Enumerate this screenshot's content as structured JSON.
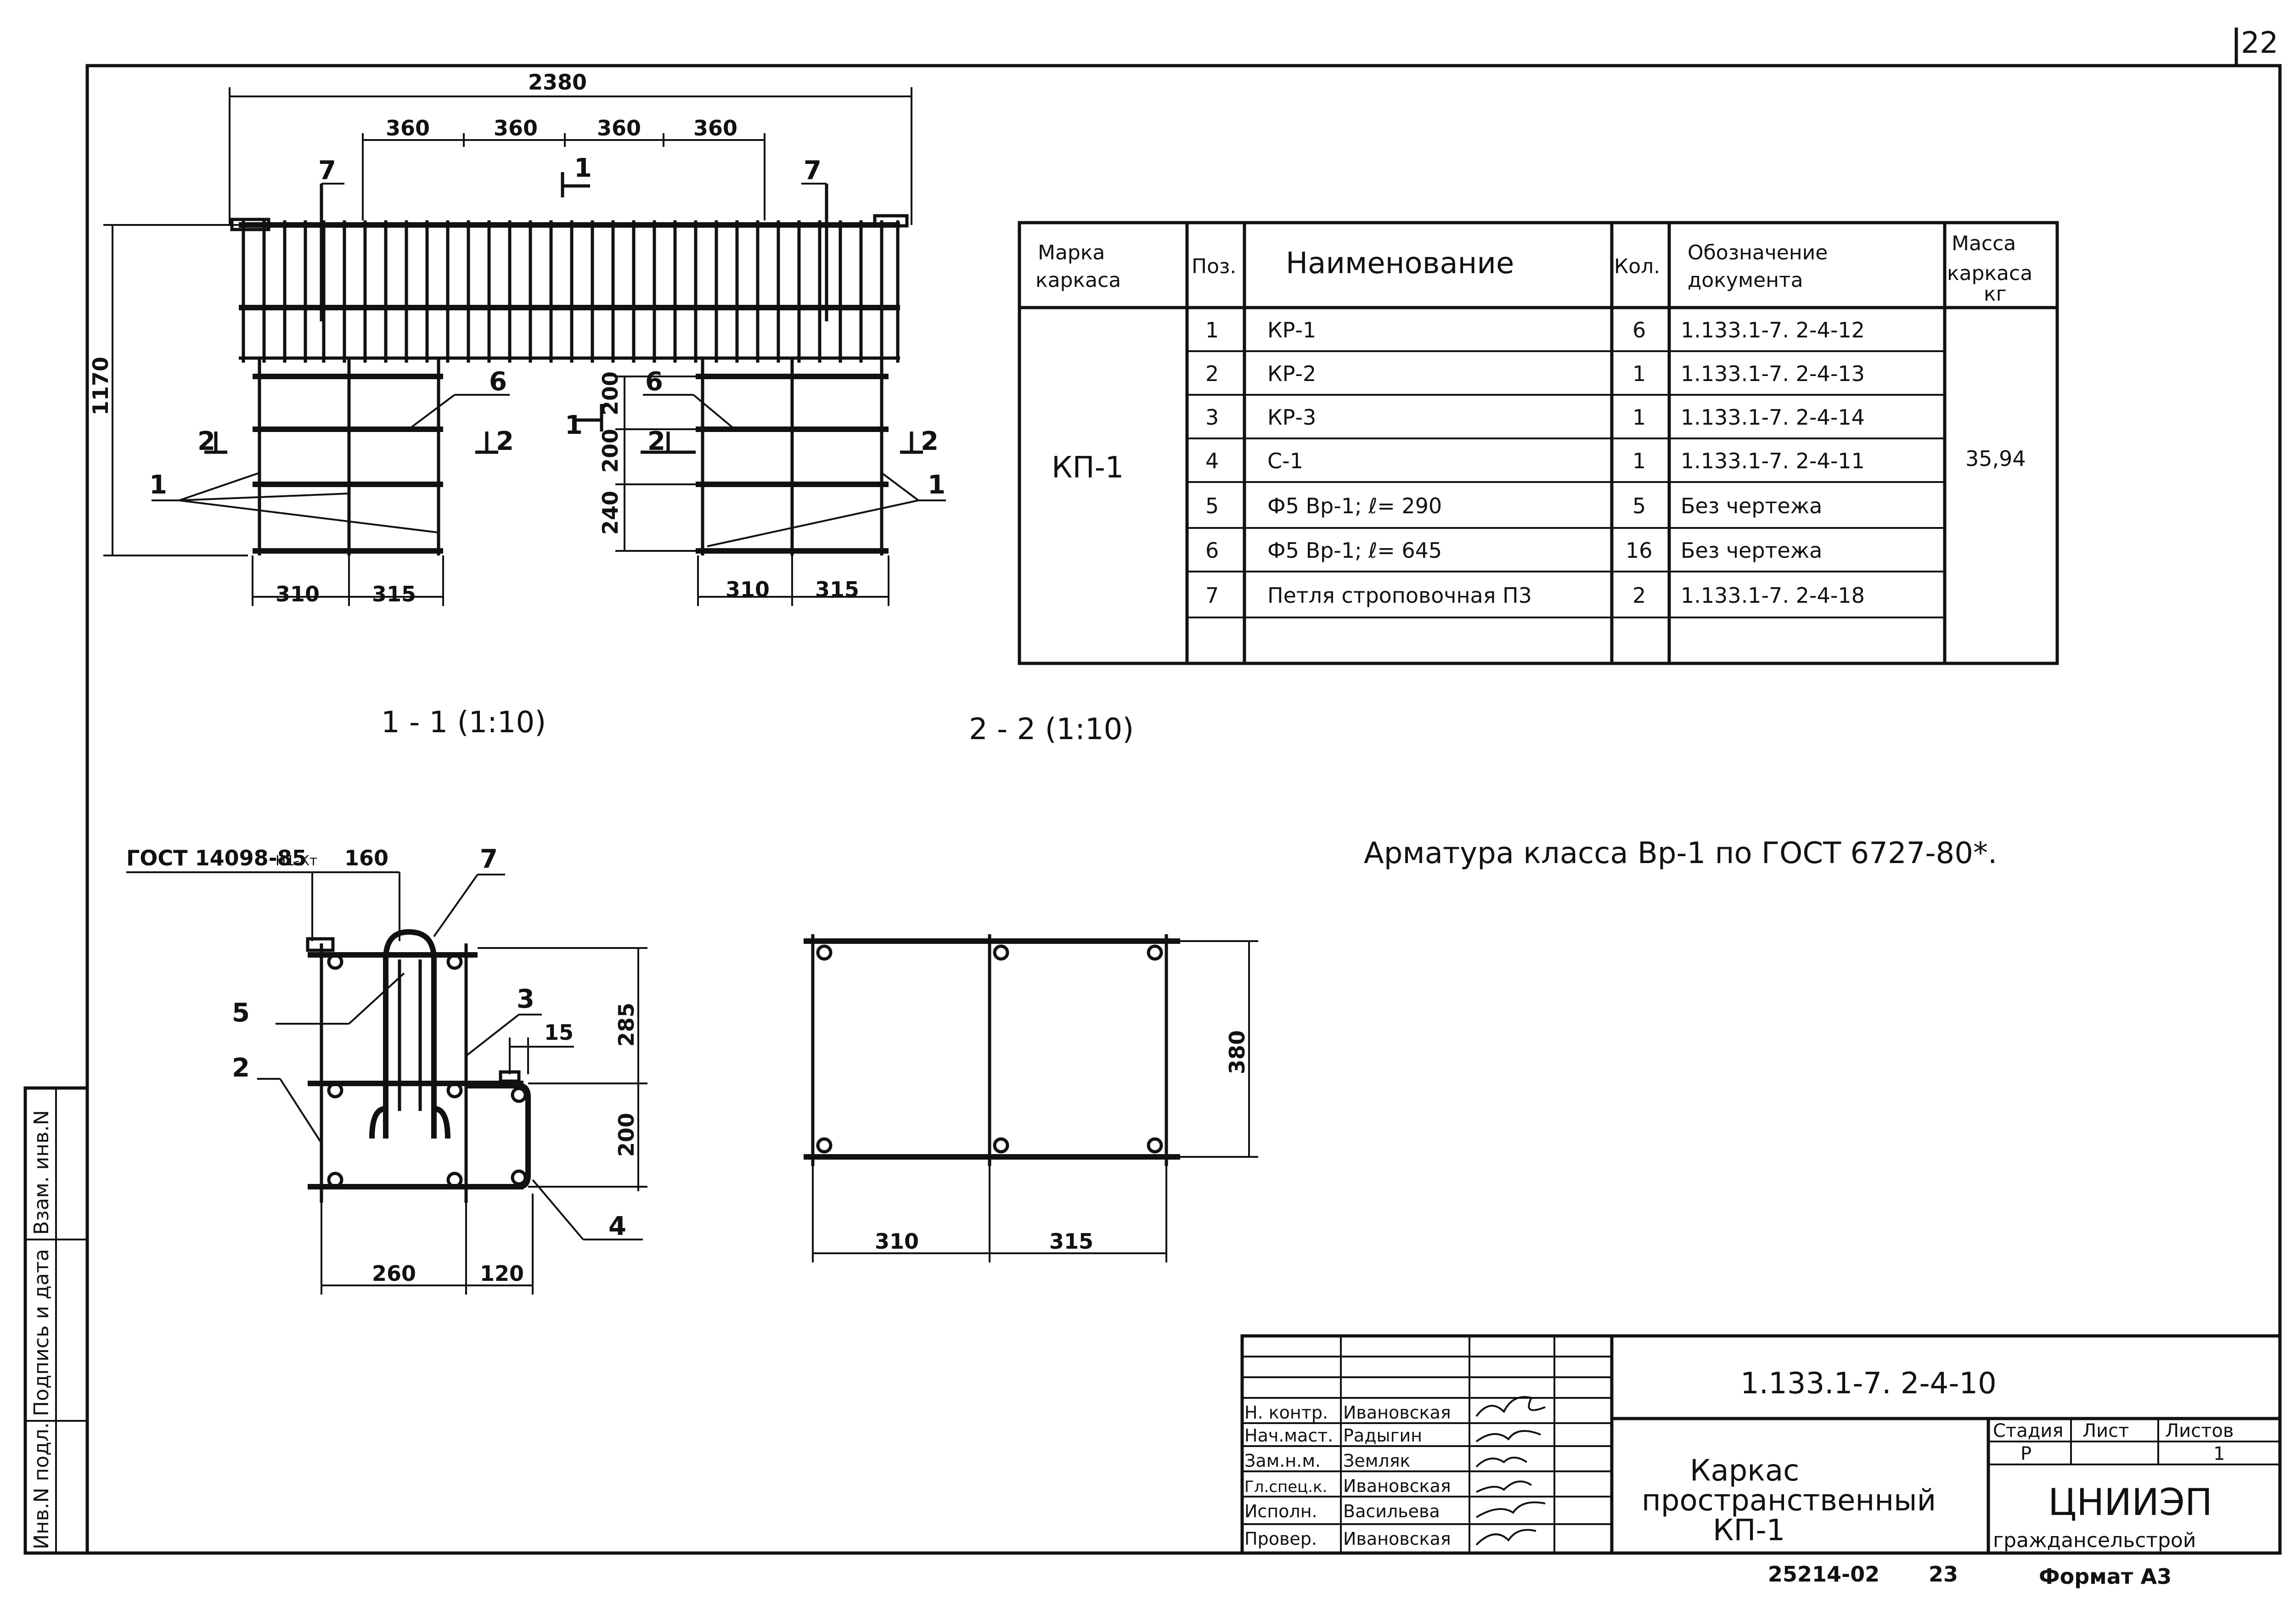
{
  "sheet": {
    "number": "22",
    "note": "Арматура класса Вр-1 по ГОСТ 6727-80*.",
    "side_stamp": [
      "Инв.N подл.",
      "Подпись и дата",
      "Взам. инв.N"
    ]
  },
  "top_view": {
    "overall": "2380",
    "spacings": [
      "360",
      "360",
      "360",
      "360"
    ],
    "height": "1170",
    "tick_200a": "200",
    "tick_200b": "200",
    "tick_240": "240",
    "left_widths": [
      "310",
      "315"
    ],
    "right_widths": [
      "310",
      "315"
    ],
    "pos_7_left": "7",
    "pos_7_right": "7",
    "pos_6_left": "6",
    "pos_6_right": "6",
    "pos_1_left": "1",
    "pos_1_right": "1",
    "cut_1_top": "1",
    "cut_1_mid": "1",
    "cut_2_a": "2",
    "cut_2_b": "2",
    "cut_2_c": "2",
    "cut_2_d": "2"
  },
  "section_1": {
    "title": "1 - 1  (1:10)",
    "gost": "ГОСТ 14098-85",
    "gost_sub": "Н1-Кт",
    "dim_160": "160",
    "dim_285": "285",
    "dim_15": "15",
    "dim_200": "200",
    "dim_260": "260",
    "dim_120": "120",
    "pos_7": "7",
    "pos_5": "5",
    "pos_3": "3",
    "pos_2": "2",
    "pos_4": "4"
  },
  "section_2": {
    "title": "2 - 2  (1:10)",
    "dim_380": "380",
    "dim_310": "310",
    "dim_315": "315"
  },
  "spec_table": {
    "headers": {
      "mark": [
        "Марка",
        "каркаса"
      ],
      "pos": "Поз.",
      "name": "Наименование",
      "qty": "Кол.",
      "doc": [
        "Обозначение",
        "документа"
      ],
      "mass": [
        "Масса",
        "каркаса",
        "кг"
      ]
    },
    "mark": "КП-1",
    "mass": "35,94",
    "rows": [
      {
        "pos": "1",
        "name": "КР-1",
        "qty": "6",
        "doc": "1.133.1-7. 2-4-12"
      },
      {
        "pos": "2",
        "name": "КР-2",
        "qty": "1",
        "doc": "1.133.1-7. 2-4-13"
      },
      {
        "pos": "3",
        "name": "КР-3",
        "qty": "1",
        "doc": "1.133.1-7. 2-4-14"
      },
      {
        "pos": "4",
        "name": "С-1",
        "qty": "1",
        "doc": "1.133.1-7. 2-4-11"
      },
      {
        "pos": "5",
        "name": "Ф5 Вр-1;  ℓ= 290",
        "qty": "5",
        "doc": "Без чертежа"
      },
      {
        "pos": "6",
        "name": "Ф5 Вр-1;  ℓ= 645",
        "qty": "16",
        "doc": "Без чертежа"
      },
      {
        "pos": "7",
        "name": "Петля строповочная П3",
        "qty": "2",
        "doc": "1.133.1-7. 2-4-18"
      }
    ]
  },
  "title_block": {
    "code": "1.133.1-7. 2-4-10",
    "title_lines": [
      "Каркас",
      "пространственный",
      "КП-1"
    ],
    "stage_label": "Стадия",
    "sheet_label": "Лист",
    "sheets_label": "Листов",
    "stage": "Р",
    "sheets": "1",
    "org_main": "ЦНИИЭП",
    "org_sub": "граждансельстрой",
    "roles": [
      {
        "role": "Н. контр.",
        "name": "Ивановская"
      },
      {
        "role": "Нач.маст.",
        "name": "Радыгин"
      },
      {
        "role": "Зам.н.м.",
        "name": "Земляк"
      },
      {
        "role": "Гл.спец.к.",
        "name": "Ивановская"
      },
      {
        "role": "Исполн.",
        "name": "Васильева"
      },
      {
        "role": "Провер.",
        "name": "Ивановская"
      }
    ],
    "archive": "25214-02",
    "copy": "23",
    "format": "Формат А3"
  }
}
